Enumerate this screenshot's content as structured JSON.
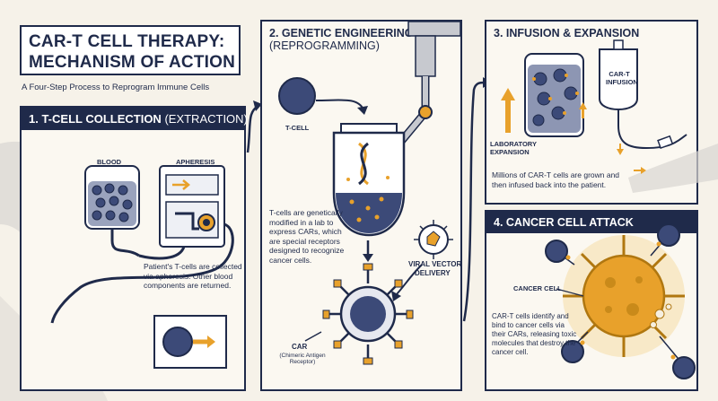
{
  "title": {
    "line1": "CAR-T CELL THERAPY:",
    "line2": "MECHANISM OF ACTION",
    "subtitle": "A Four-Step Process to Reprogram Immune Cells"
  },
  "step1": {
    "heading": "1. T-CELL COLLECTION",
    "heading_light": " (EXTRACTION)",
    "blood_label": "BLOOD",
    "apheresis_label": "APHERESIS",
    "caption": "Patient's T-cells are collected via apheresis. Other blood components are returned."
  },
  "step2": {
    "heading": "2. GENETIC ENGINEERING",
    "heading_light": "(REPROGRAMMING)",
    "tcell_label": "T-CELL",
    "caption": "T-cells are genetically modified in a lab to express CARs, which are special receptors designed to recognize cancer cells.",
    "viral_label_1": "VIRAL VECTOR",
    "viral_label_2": "DELIVERY",
    "car_label": "CAR",
    "car_sub_1": "(Chimeric Antigen",
    "car_sub_2": "Receptor)"
  },
  "step3": {
    "heading": "3. INFUSION & EXPANSION",
    "bag_label_1": "CAR-T",
    "bag_label_2": "INFUSION",
    "lab_label_1": "LABORATORY",
    "lab_label_2": "EXPANSION",
    "caption": "Millions of CAR-T cells are grown and then infused back into the patient."
  },
  "step4": {
    "heading": "4. CANCER CELL ATTACK",
    "cancer_label": "CANCER CELL",
    "caption": "CAR-T cells identify and bind to cancer cells via their CARs, releasing toxic molecules that destroy the cancer cell."
  },
  "colors": {
    "navy": "#1f2a4a",
    "orange": "#e8a12b",
    "cream": "#f6f2e9",
    "cell_blue": "#3c4a78"
  }
}
